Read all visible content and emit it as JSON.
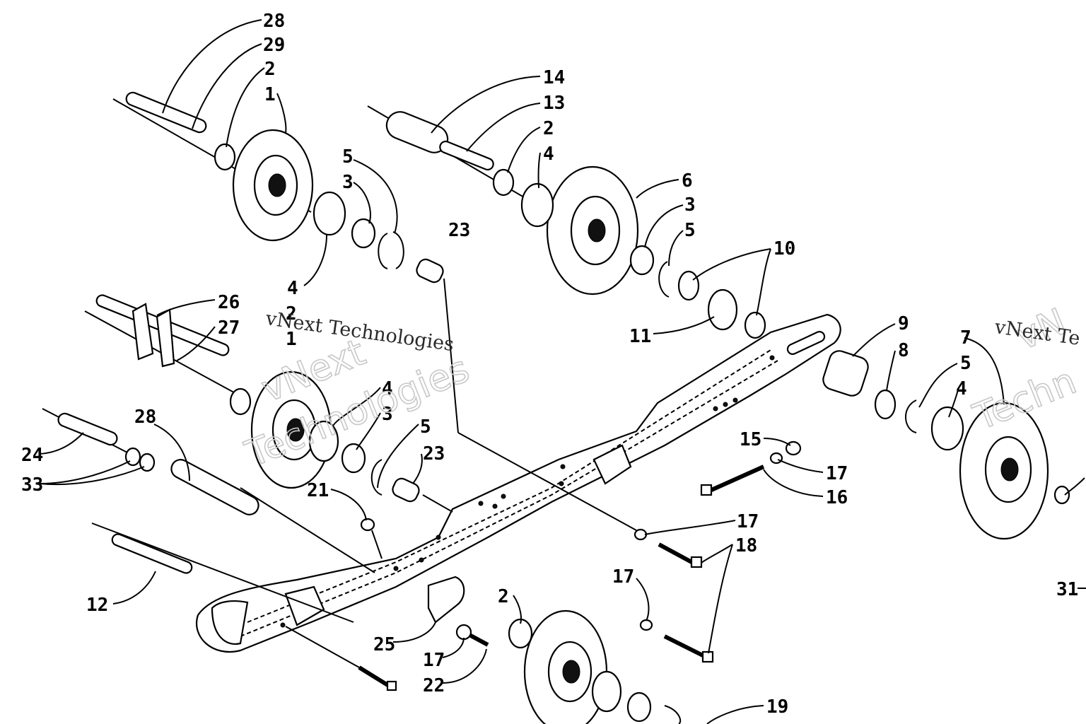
{
  "watermark": {
    "brand_line1": "vNext",
    "brand_line2": "Technologies",
    "caption": "vNext Technologies",
    "brand_line1_right": "vN",
    "brand_line2_right": "Techn",
    "caption_right": "vNext Te"
  },
  "callouts": {
    "c28a": "28",
    "c29": "29",
    "c2a": "2",
    "c1": "1",
    "c14": "14",
    "c13": "13",
    "c2b": "2",
    "c4a": "4",
    "c6": "6",
    "c5a": "5",
    "c3a": "3",
    "c23a": "23",
    "c4b": "4",
    "c3b": "3",
    "c5b": "5",
    "c10": "10",
    "c11": "11",
    "c26": "26",
    "c27": "27",
    "c2c": "2",
    "c1b": "1",
    "c9": "9",
    "c8": "8",
    "c5c": "5",
    "c7": "7",
    "c4c": "4",
    "c4d": "4",
    "c3c": "3",
    "c5d": "5",
    "c23b": "23",
    "c28b": "28",
    "c24": "24",
    "c33": "33",
    "c21": "21",
    "c15": "15",
    "c17a": "17",
    "c16": "16",
    "c17b": "17",
    "c18": "18",
    "c12": "12",
    "c17c": "17",
    "c2d": "2",
    "c25": "25",
    "c17d": "17",
    "c22": "22",
    "c19": "19",
    "c31": "31"
  }
}
